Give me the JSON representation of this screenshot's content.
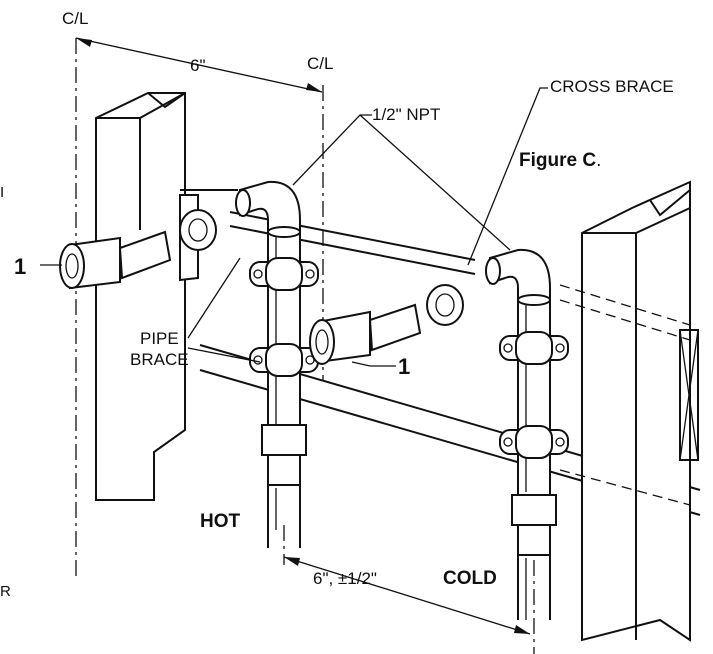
{
  "figure": {
    "title": "Figure C",
    "title_period": "."
  },
  "labels": {
    "cl_left": "C/L",
    "cl_right": "C/L",
    "dim_top": "6\"",
    "dim_bottom": "6\", ±1/2\"",
    "npt": "1/2\" NPT",
    "cross_brace": "CROSS BRACE",
    "pipe_brace_line1": "PIPE",
    "pipe_brace_line2": "BRACE",
    "hot": "HOT",
    "cold": "COLD",
    "callout_left": "1",
    "callout_center": "1",
    "edge_left": "I",
    "edge_bottom": "R"
  },
  "colors": {
    "ink": "#111111",
    "paper": "#ffffff"
  }
}
